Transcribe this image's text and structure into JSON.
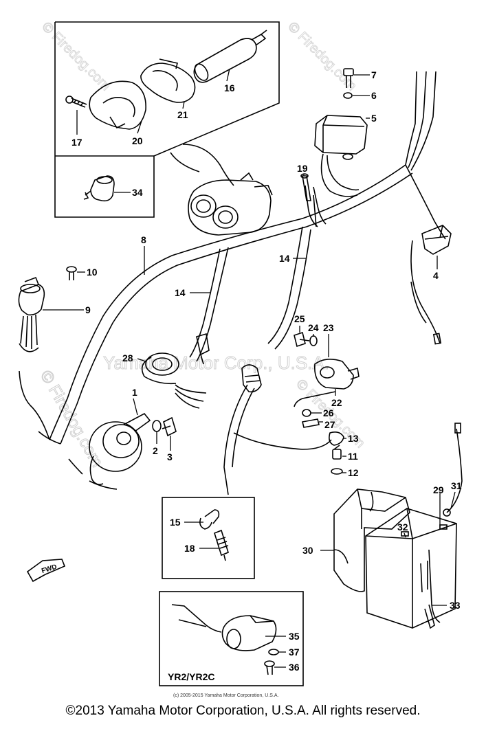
{
  "callouts": [
    {
      "id": "1",
      "text": "1"
    },
    {
      "id": "2",
      "text": "2"
    },
    {
      "id": "3",
      "text": "3"
    },
    {
      "id": "4",
      "text": "4"
    },
    {
      "id": "5",
      "text": "5"
    },
    {
      "id": "6",
      "text": "6"
    },
    {
      "id": "7",
      "text": "7"
    },
    {
      "id": "8",
      "text": "8"
    },
    {
      "id": "9",
      "text": "9"
    },
    {
      "id": "10",
      "text": "10"
    },
    {
      "id": "11",
      "text": "11"
    },
    {
      "id": "12",
      "text": "12"
    },
    {
      "id": "13",
      "text": "13"
    },
    {
      "id": "14a",
      "text": "14"
    },
    {
      "id": "14b",
      "text": "14"
    },
    {
      "id": "15",
      "text": "15"
    },
    {
      "id": "16",
      "text": "16"
    },
    {
      "id": "17",
      "text": "17"
    },
    {
      "id": "18",
      "text": "18"
    },
    {
      "id": "19",
      "text": "19"
    },
    {
      "id": "20",
      "text": "20"
    },
    {
      "id": "21",
      "text": "21"
    },
    {
      "id": "22",
      "text": "22"
    },
    {
      "id": "23",
      "text": "23"
    },
    {
      "id": "24",
      "text": "24"
    },
    {
      "id": "25",
      "text": "25"
    },
    {
      "id": "26",
      "text": "26"
    },
    {
      "id": "27",
      "text": "27"
    },
    {
      "id": "28",
      "text": "28"
    },
    {
      "id": "29",
      "text": "29"
    },
    {
      "id": "30",
      "text": "30"
    },
    {
      "id": "31",
      "text": "31"
    },
    {
      "id": "32",
      "text": "32"
    },
    {
      "id": "33",
      "text": "33"
    },
    {
      "id": "34",
      "text": "34"
    },
    {
      "id": "35",
      "text": "35"
    },
    {
      "id": "36",
      "text": "36"
    },
    {
      "id": "37",
      "text": "37"
    }
  ],
  "model_label": "YR2/YR2C",
  "forward_marker": "FWD",
  "watermarks": {
    "center": "Yamaha Motor Corp., U.S.A.",
    "left": "© Firedog.com",
    "top_left": "© Firedog.com",
    "top_right": "© Firedog.com",
    "right": "© Firedog.com"
  },
  "small_copyright": "(c) 2005-2015 Yamaha Motor Corporation, U.S.A.",
  "footer": "©2013 Yamaha Motor Corporation, U.S.A. All rights reserved."
}
